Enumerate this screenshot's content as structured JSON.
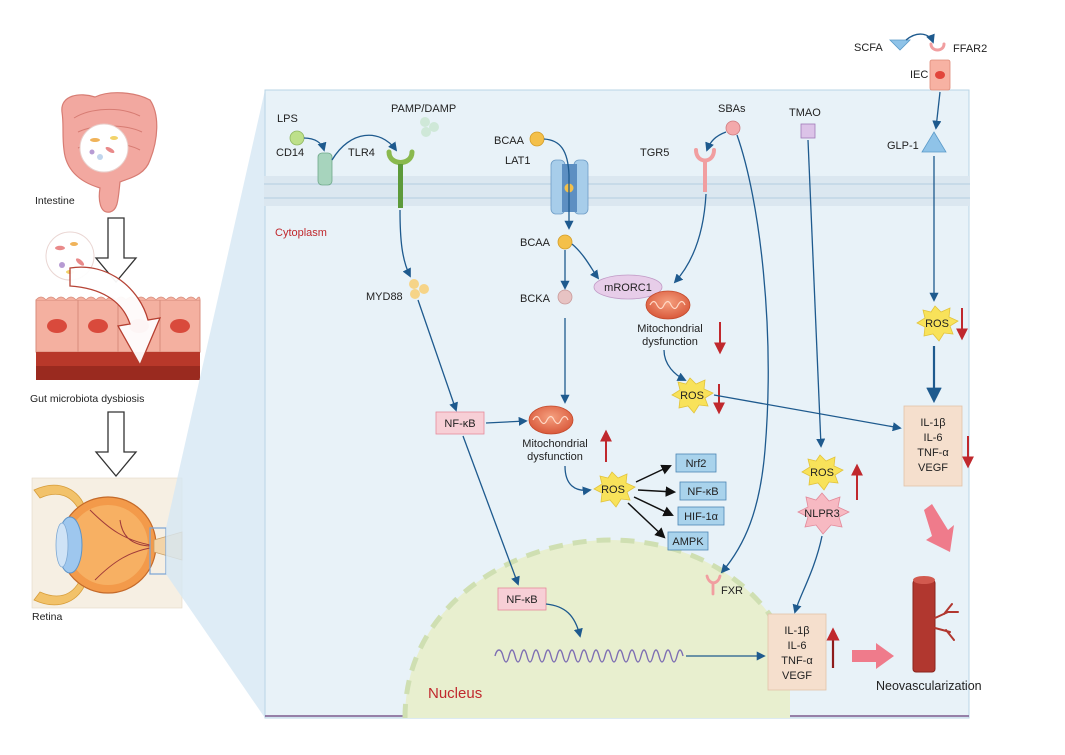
{
  "left_panel": {
    "intestine_label": "Intestine",
    "dysbiosis_label": "Gut microbiota dysbiosis",
    "retina_label": "Retina"
  },
  "extracellular": {
    "lps": "LPS",
    "pamp_damp": "PAMP/DAMP",
    "cd14": "CD14",
    "tlr4": "TLR4",
    "bcaa_out": "BCAA",
    "lat1": "LAT1",
    "sbas": "SBAs",
    "tgr5": "TGR5",
    "tmao": "TMAO",
    "scfa": "SCFA",
    "ffar2": "FFAR2",
    "iec": "IEC",
    "glp1": "GLP-1"
  },
  "cytoplasm": {
    "label": "Cytoplasm",
    "myd88": "MYD88",
    "nfkb": "NF-κB",
    "bcaa_in": "BCAA",
    "bcka": "BCKA",
    "mrorc1": "mRORC1",
    "mito_dys_center": [
      "Mitochondrial",
      "dysfunction"
    ],
    "mito_dys_tgr5": [
      "Mitochondrial",
      "dysfunction"
    ],
    "ros_center": "ROS",
    "ros_tgr5": "ROS",
    "ros_glp1": "ROS",
    "ros_tmao": "ROS",
    "nlrp3": "NLPR3",
    "targets": [
      "Nrf2",
      "NF-κB",
      "HIF-1α",
      "AMPK"
    ],
    "cytokines_right": [
      "IL-1β",
      "IL-6",
      "TNF-α",
      "VEGF"
    ],
    "cytokines_bottom": [
      "IL-1β",
      "IL-6",
      "TNF-α",
      "VEGF"
    ],
    "fxr": "FXR"
  },
  "nucleus": {
    "label": "Nucleus",
    "nfkb": "NF-κB"
  },
  "outcome": "Neovascularization",
  "colors": {
    "panel_bg": "#e8f2f8",
    "membrane_head": "#a9c7dd",
    "arrow_blue": "#1e5a8e",
    "up_red": "#c0282d",
    "nucleus_fill": "#e8efcf",
    "cytokine_box": "#f5dfcd",
    "target_box": "#a9d3ec",
    "nfkb_box": "#f7cfd6",
    "ros_star": "#f8e25a"
  }
}
